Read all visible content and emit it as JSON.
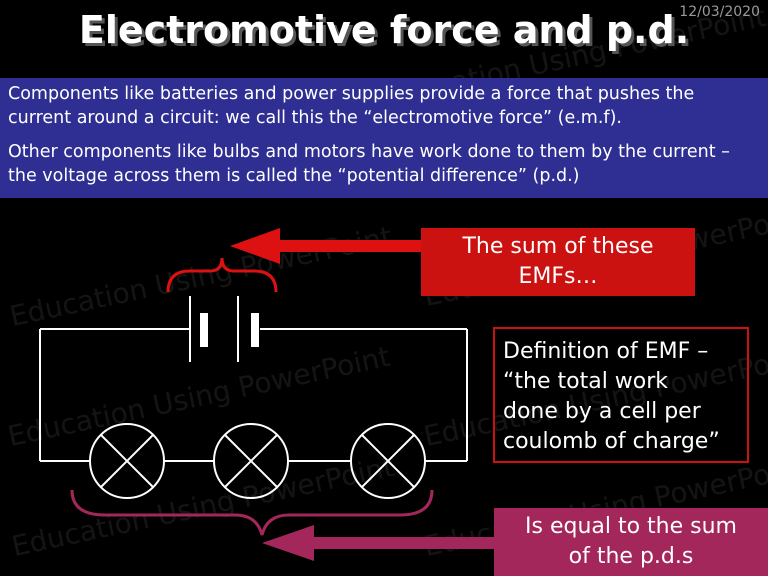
{
  "date": "12/03/2020",
  "title": "Electromotive force and p.d.",
  "intro": {
    "paragraph1": "Components like batteries and power supplies provide a force that pushes the current around a circuit: we call this the “electromotive force” (e.m.f).",
    "paragraph2": "Other components like bulbs and motors have work done to them by the current – the voltage across them is called the “potential difference” (p.d.)"
  },
  "boxes": {
    "sum_of_emfs": [
      "The sum of these",
      "EMFs…"
    ],
    "definition": [
      "Definition of EMF –",
      "“the total work",
      "done by a cell per",
      "coulomb of charge”"
    ],
    "sum_of_pds": [
      "Is equal to the sum",
      "of the p.d.s"
    ]
  },
  "watermark": "Education Using PowerPoint",
  "colors": {
    "background": "#000000",
    "intro_band": "#2f2f93",
    "red_box": "#cc1111",
    "pink_box": "#a3275a",
    "emf_arrow": "#dd1111",
    "pd_arrow": "#a3275a"
  }
}
